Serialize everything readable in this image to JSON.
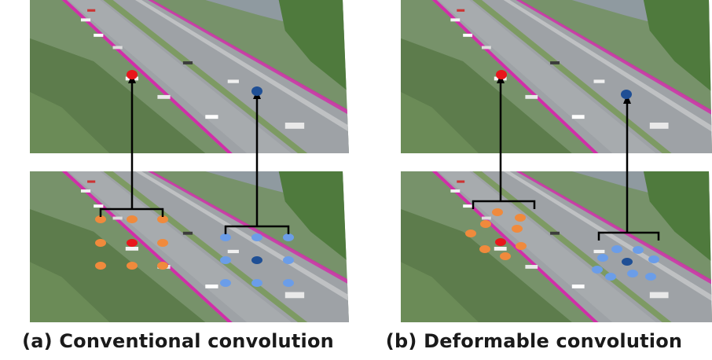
{
  "captions": {
    "conventional": "(a) Conventional convolution",
    "deformable": "(b) Deformable convolution"
  },
  "colors": {
    "target_red": "#e8161b",
    "target_blue": "#1f4f95",
    "sample_orange": "#f08a3c",
    "sample_blue": "#6b9de8",
    "connector": "#000000",
    "road": "#9ea2a6",
    "grass": "#6f8f5a",
    "trees": "#4f7a3d",
    "river": "#8f9aa0",
    "guardrail": "#d02fa8"
  },
  "panels": [
    {
      "id": "conventional",
      "sampling": "regular 3x3 grid"
    },
    {
      "id": "deformable",
      "sampling": "learned offsets"
    }
  ]
}
